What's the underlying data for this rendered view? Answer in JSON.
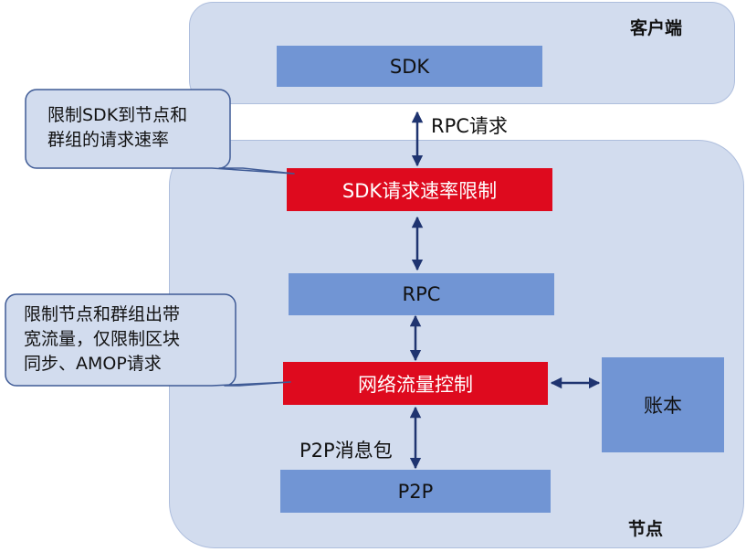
{
  "client": {
    "label": "客户端",
    "sdk_box": "SDK"
  },
  "node": {
    "label": "节点",
    "rate_limit_box": "SDK请求速率限制",
    "rpc_box": "RPC",
    "flow_control_box": "网络流量控制",
    "p2p_box": "P2P",
    "ledger_box": "账本"
  },
  "connections": {
    "rpc_request": "RPC请求",
    "p2p_message": "P2P消息包"
  },
  "callouts": {
    "rate_limit_note": [
      "限制SDK到节点和",
      "群组的请求速率"
    ],
    "flow_note": [
      "限制节点和群组出带",
      "宽流量，仅限制区块",
      "同步、AMOP请求"
    ]
  },
  "colors": {
    "region_fill": "#d2dcee",
    "blue_box": "#7195d4",
    "red_box": "#de0a1e",
    "arrow": "#1f3470",
    "callout_border": "#3f5b96"
  }
}
